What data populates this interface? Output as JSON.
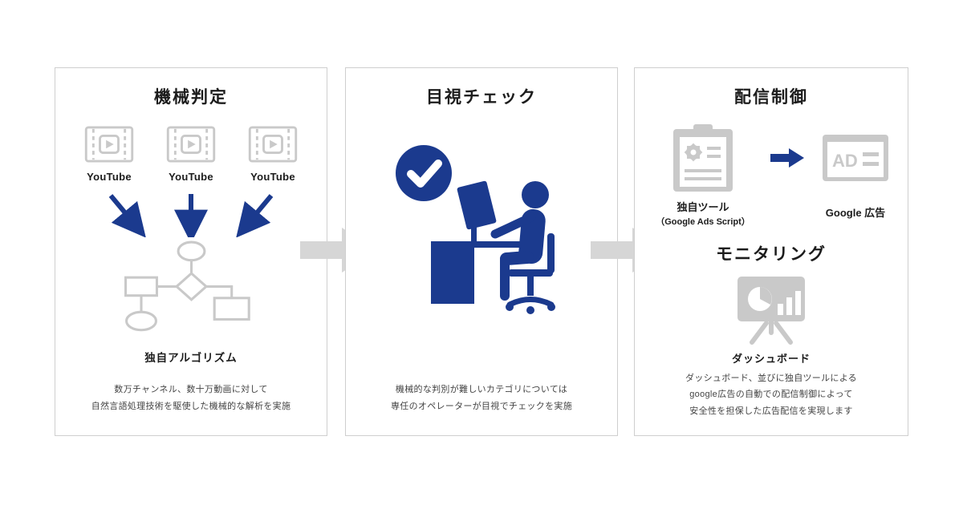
{
  "colors": {
    "blue": "#1b3a8e",
    "gray_icon": "#c9c9c9",
    "flow_arrow_gray": "#d6d6d6"
  },
  "panel1": {
    "title": "機械判定",
    "youtube": [
      "YouTube",
      "YouTube",
      "YouTube"
    ],
    "algorithm_label": "独自アルゴリズム",
    "desc1": "数万チャンネル、数十万動画に対して",
    "desc2": "自然言語処理技術を駆使した機械的な解析を実施"
  },
  "panel2": {
    "title": "目視チェック",
    "desc1": "機械的な判別が難しいカテゴリについては",
    "desc2": "専任のオペレーターが目視でチェックを実施"
  },
  "panel3": {
    "title": "配信制御",
    "tool_label": "独自ツール",
    "tool_sub": "（Google Ads Script）",
    "ad_label": "Google 広告",
    "ad_icon_text": "AD",
    "monitoring": "モニタリング",
    "dashboard_label": "ダッシュボード",
    "desc1": "ダッシュボード、並びに独自ツールによる",
    "desc2": "google広告の自動での配信制御によって",
    "desc3": "安全性を担保した広告配信を実現します"
  }
}
